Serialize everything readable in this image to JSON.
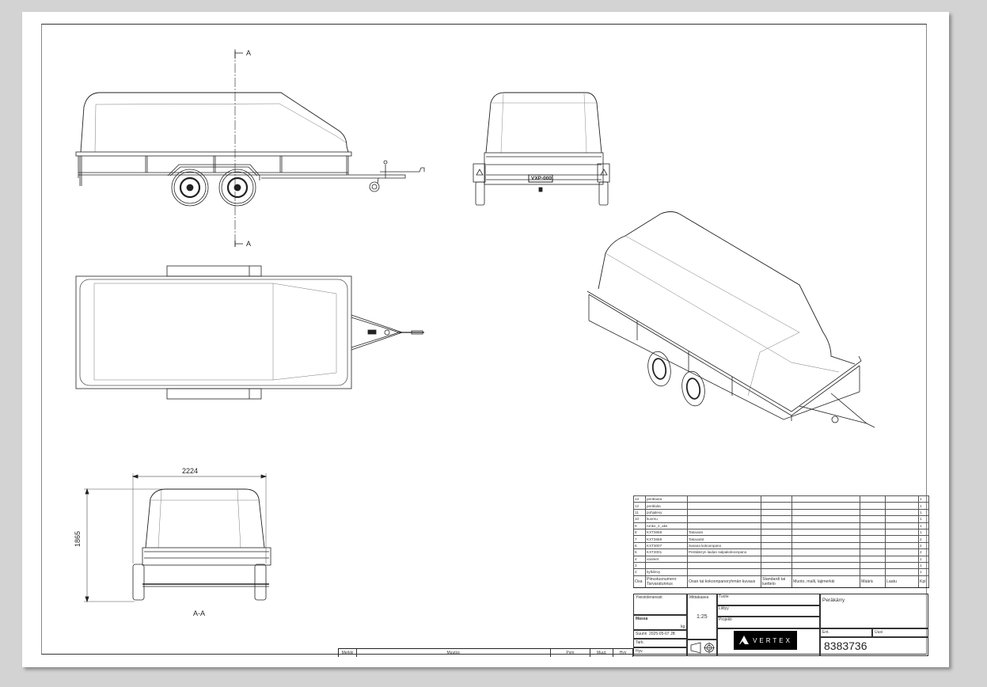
{
  "drawing": {
    "section_marker": "A",
    "section_view_label": "A-A",
    "dimension_width": "2224",
    "dimension_height": "1865",
    "license_plate": "VXP-000"
  },
  "bom": {
    "headers": {
      "osa": "Osa",
      "part_number": "Piirustusnumero Tarvaratunnus",
      "description": "Osan tai kokoonpanoryhmän kuvaus",
      "standard": "Standardi tai luettelo",
      "shape": "Muoto, malli, lajimerkki",
      "amount": "Määrä",
      "quality": "Laatu",
      "qty": "Kpl"
    },
    "rows": [
      {
        "osa": "13",
        "part": "perälauta",
        "desc": "",
        "kpl": "1"
      },
      {
        "osa": "12",
        "part": "perälaita",
        "desc": "",
        "kpl": "1"
      },
      {
        "osa": "11",
        "part": "pohjalevy",
        "desc": "",
        "kpl": "1"
      },
      {
        "osa": "10",
        "part": "kuomu",
        "desc": "",
        "kpl": "1"
      },
      {
        "osa": "9",
        "part": "runko_2_aks",
        "desc": "",
        "kpl": "1"
      },
      {
        "osa": "8",
        "part": "KXT3658",
        "desc": "Takavalo",
        "kpl": "1"
      },
      {
        "osa": "7",
        "part": "KXT3659",
        "desc": "Takavalot",
        "kpl": "2"
      },
      {
        "osa": "6",
        "part": "KXT3007",
        "desc": "Sarana kokoonpano",
        "kpl": "2"
      },
      {
        "osa": "5",
        "part": "KXT3001",
        "desc": "Peräkärryn laidan salpakokoonpano",
        "kpl": "2"
      },
      {
        "osa": "4",
        "part": "vanteet",
        "desc": "",
        "kpl": "1"
      },
      {
        "osa": "3",
        "part": "",
        "desc": "",
        "kpl": "1"
      },
      {
        "osa": "2",
        "part": "kylkilevy",
        "desc": "",
        "kpl": "1"
      }
    ]
  },
  "title_block": {
    "general_tolerances_label": "Yleistoleranssit",
    "scale_label": "Mittakaava",
    "scale_value": "1:25",
    "mass_label": "Massa",
    "mass_unit": "kg",
    "product_label": "Tuote",
    "product_value": "Peräkärry",
    "belongs_label": "Liittyy",
    "project_label": "Projekti",
    "designed_label": "Suunn",
    "designed_value": "2025-05-07 JB",
    "checked_label": "Tark.",
    "approved_label": "Hyv.",
    "previous_label": "Ent.",
    "new_label": "Uusi",
    "drawing_number": "8383736",
    "logo_text": "VERTEX"
  },
  "revision_block": {
    "mark": "Merkki",
    "change": "Muutos",
    "date": "Pvm",
    "changed_by": "Muut.",
    "approved": "Hyv"
  }
}
